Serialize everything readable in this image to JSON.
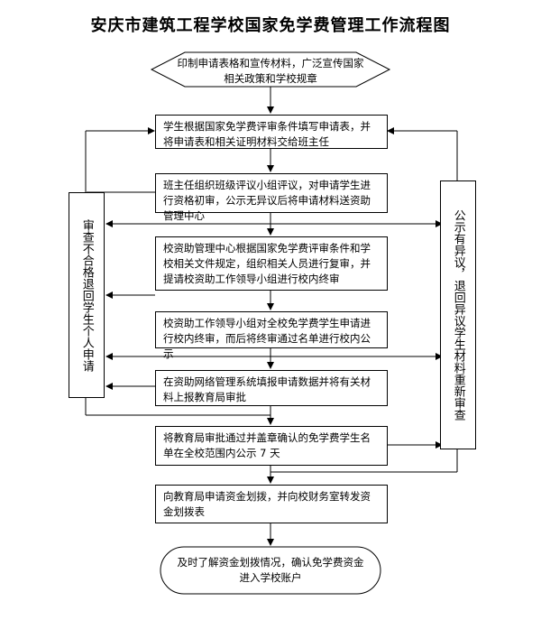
{
  "title": "安庆市建筑工程学校国家免学费管理工作流程图",
  "start": "印制申请表格和宣传材料，广泛宣传国家相关政策和学校规章",
  "steps": [
    "学生根据国家免学费评审条件填写申请表，并将申请表和相关证明材料交给班主任",
    "班主任组织班级评议小组评议，对申请学生进行资格初审，公示无异议后将申请材料送资助管理中心",
    "校资助管理中心根据国家免学费评审条件和学校相关文件规定，组织相关人员进行复审，并提请校资助工作领导小组进行校内终审",
    "校资助工作领导小组对全校免学费学生申请进行校内终审，而后将终审通过名单进行校内公示",
    "在资助网络管理系统填报申请数据并将有关材料上报教育局审批",
    "将教育局审批通过并盖章确认的免学费学生名单在全校范围内公示 7 天",
    "向教育局申请资金划拨，并向校财务室转发资金划拨表"
  ],
  "end": "及时了解资金划拨情况，确认免学费资金进入学校账户",
  "left_loop": "审查不合格退回学生个人申请",
  "right_loop": "公示有异议，退回异议学生材料重新审查"
}
